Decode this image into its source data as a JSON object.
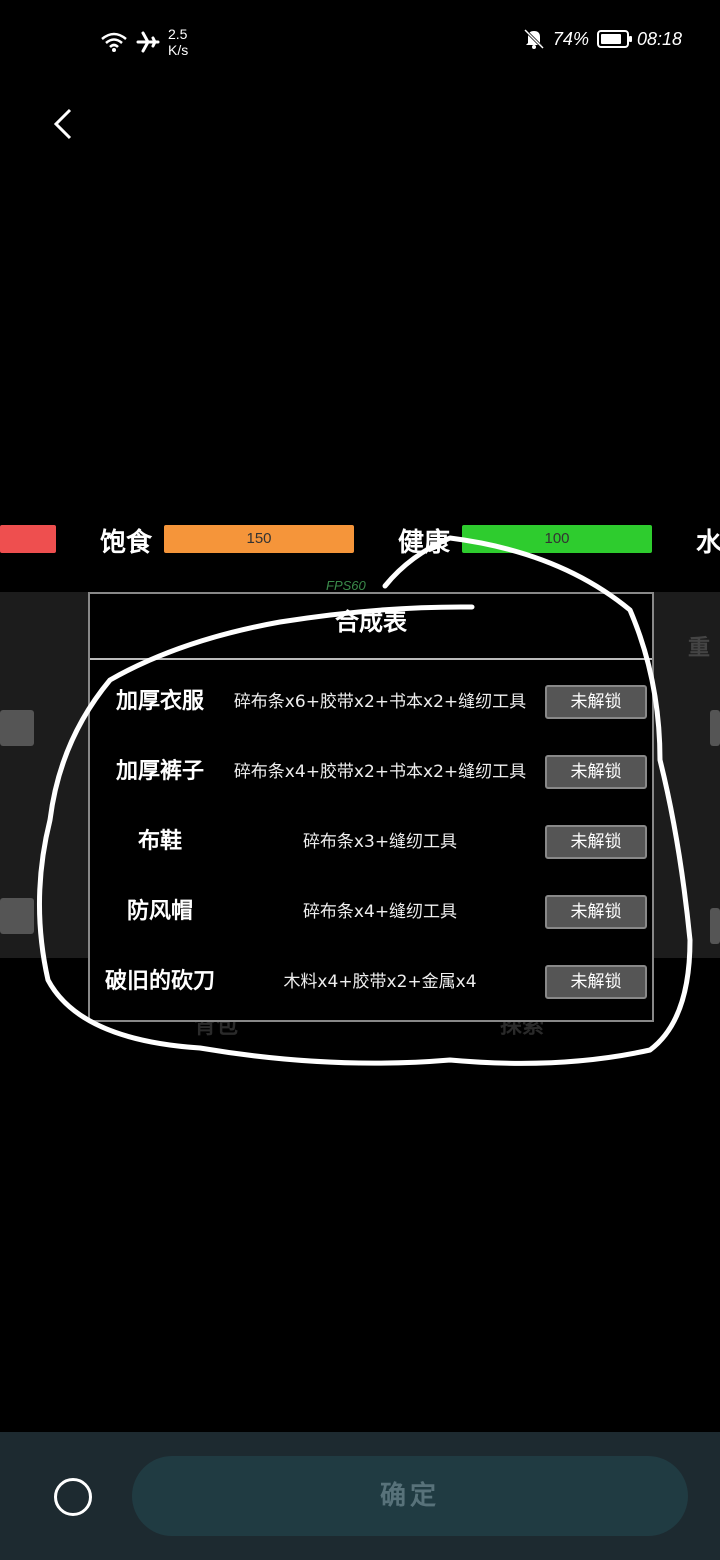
{
  "status_bar": {
    "speed_value": "2.5",
    "speed_unit": "K/s",
    "battery": "74%",
    "time": "08:18"
  },
  "stats": {
    "satiety_label": "饱食",
    "satiety_value": "150",
    "health_label": "健康",
    "health_value": "100",
    "water_label": "水"
  },
  "background": {
    "weight_label": "重",
    "bag_label": "背包",
    "explore_label": "探索"
  },
  "fps": "FPS60",
  "dialog": {
    "title": "合成表",
    "recipes": [
      {
        "name": "加厚衣服",
        "materials": "碎布条x6+胶带x2+书本x2+缝纫工具",
        "button": "未解锁"
      },
      {
        "name": "加厚裤子",
        "materials": "碎布条x4+胶带x2+书本x2+缝纫工具",
        "button": "未解锁"
      },
      {
        "name": "布鞋",
        "materials": "碎布条x3+缝纫工具",
        "button": "未解锁"
      },
      {
        "name": "防风帽",
        "materials": "碎布条x4+缝纫工具",
        "button": "未解锁"
      },
      {
        "name": "破旧的砍刀",
        "materials": "木料x4+胶带x2+金属x4",
        "button": "未解锁"
      }
    ]
  },
  "bottom_bar": {
    "confirm_label": "确定"
  },
  "colors": {
    "satiety_bar": "#f5953a",
    "health_bar": "#2ecc2e",
    "red_bar": "#ee4f4f",
    "confirm_bg": "#203b42"
  }
}
